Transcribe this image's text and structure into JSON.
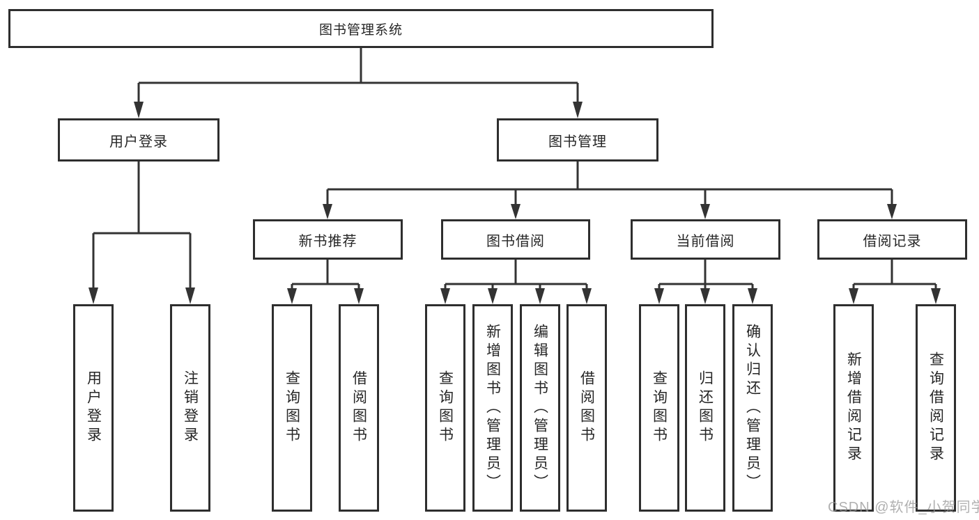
{
  "diagram_type": "hierarchy-tree",
  "colors": {
    "background": "#ffffff",
    "box_border": "#2e2e2e",
    "connector_line": "#333333",
    "text": "#262626",
    "watermark_text": "#969696"
  },
  "tree": {
    "label": "图书管理系统",
    "children": [
      {
        "label": "用户登录",
        "children": [
          {
            "label": "用户登录"
          },
          {
            "label": "注销登录"
          }
        ]
      },
      {
        "label": "图书管理",
        "children": [
          {
            "label": "新书推荐",
            "children": [
              {
                "label": "查询图书"
              },
              {
                "label": "借阅图书"
              }
            ]
          },
          {
            "label": "图书借阅",
            "children": [
              {
                "label": "查询图书"
              },
              {
                "label": "新增图书（管理员）"
              },
              {
                "label": "编辑图书（管理员）"
              },
              {
                "label": "借阅图书"
              }
            ]
          },
          {
            "label": "当前借阅",
            "children": [
              {
                "label": "查询图书"
              },
              {
                "label": "归还图书"
              },
              {
                "label": "确认归还（管理员）"
              }
            ]
          },
          {
            "label": "借阅记录",
            "children": [
              {
                "label": "新增借阅记录"
              },
              {
                "label": "查询借阅记录"
              }
            ]
          }
        ]
      }
    ]
  },
  "watermark": {
    "text": "CSDN @软件_小贺同学"
  }
}
